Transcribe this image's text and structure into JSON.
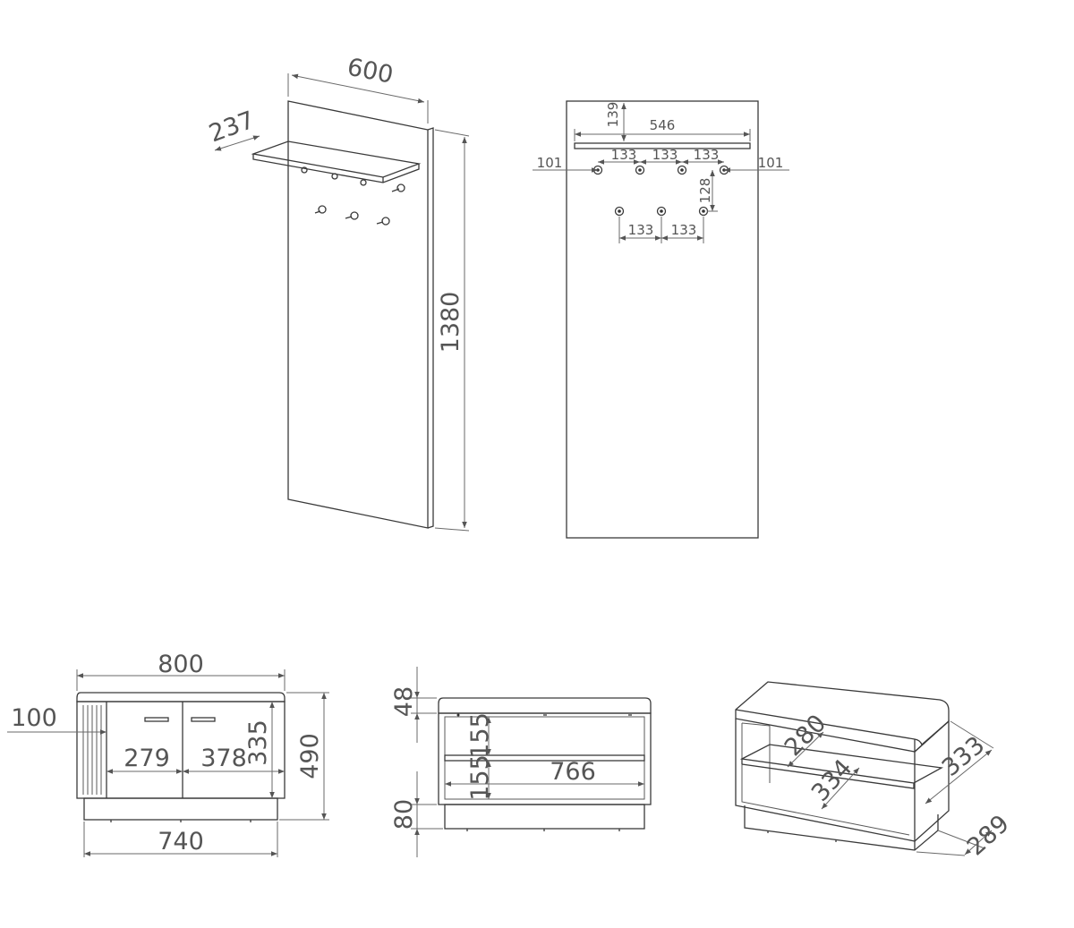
{
  "panel_iso": {
    "width": "600",
    "depth": "237",
    "height": "1380"
  },
  "panel_front": {
    "shelf_width": "546",
    "shelf_offset": "139",
    "margin_left": "101",
    "margin_right": "101",
    "hook_spacing": [
      "133",
      "133",
      "133"
    ],
    "row_gap": "128",
    "lower_spacing": [
      "133",
      "133"
    ]
  },
  "bench_front": {
    "total_width": "800",
    "base_width": "740",
    "slat_width": "100",
    "door_left": "279",
    "door_right": "378",
    "door_height": "335",
    "total_height": "490"
  },
  "bench_open": {
    "cushion": "48",
    "compartment_top": "155",
    "compartment_bottom": "155",
    "plinth": "80",
    "inner_width": "766"
  },
  "bench_iso": {
    "shelf_depth": "280",
    "inner_depth": "334",
    "height_right": "333",
    "depth": "289"
  },
  "colors": {
    "line": "#3a3a3a",
    "dimension": "#6a6a6a",
    "text": "#555555"
  }
}
